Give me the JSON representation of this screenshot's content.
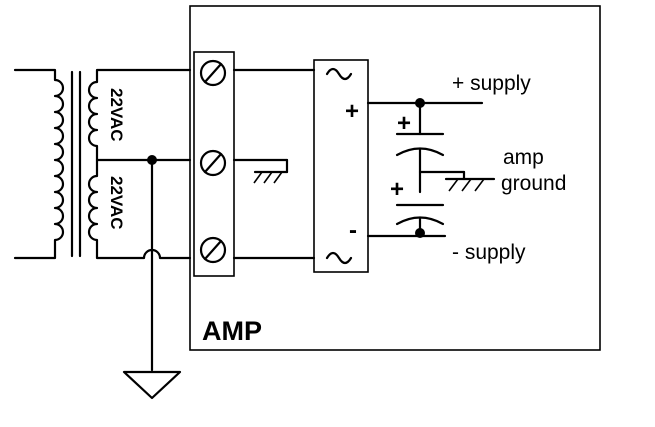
{
  "labels": {
    "amp_box": "AMP",
    "pos_supply": "+ supply",
    "neg_supply": "- supply",
    "amp_ground_line1": "amp",
    "amp_ground_line2": "ground",
    "winding_upper": "22VAC",
    "winding_lower": "22VAC",
    "rect_plus": "+",
    "rect_minus": "-",
    "cap_upper_plus": "+",
    "cap_lower_plus": "+"
  }
}
